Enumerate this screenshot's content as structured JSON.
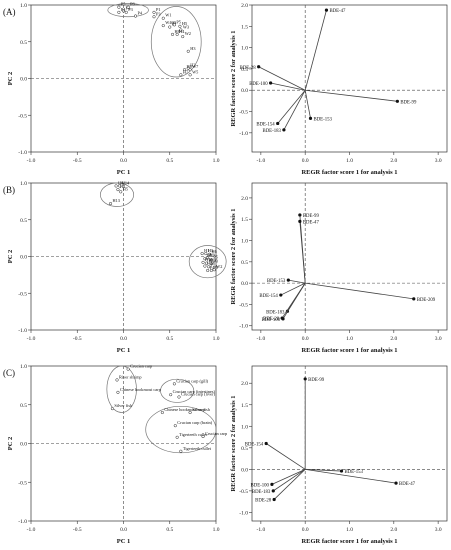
{
  "chart_data": [
    {
      "type": "scatter",
      "panel_label": "(A)",
      "xlabel": "PC 1",
      "ylabel": "PC 2",
      "xlim": [
        -1.0,
        1.0
      ],
      "ylim": [
        -1.0,
        1.0
      ],
      "x_ticks": [
        "-1.0",
        "-0.5",
        "0.0",
        "0.5",
        "1.0"
      ],
      "y_ticks": [
        "1.0",
        "0.5",
        "0.0",
        "-0.5",
        "-1.0"
      ],
      "reference_lines": "dashed at x=0 and y=0",
      "clusters": 2,
      "points": [
        {
          "label": "P5",
          "x": -0.05,
          "y": 0.97
        },
        {
          "label": "P6",
          "x": 0.0,
          "y": 0.92
        },
        {
          "label": "P8",
          "x": 0.05,
          "y": 0.97
        },
        {
          "label": "P4",
          "x": -0.05,
          "y": 0.9
        },
        {
          "label": "P3",
          "x": 0.03,
          "y": 0.9
        },
        {
          "label": "P4",
          "x": 0.13,
          "y": 0.85
        },
        {
          "label": "P1",
          "x": 0.33,
          "y": 0.9
        },
        {
          "label": "P3",
          "x": 0.33,
          "y": 0.84
        },
        {
          "label": "W1",
          "x": 0.43,
          "y": 0.82
        },
        {
          "label": "W400",
          "x": 0.43,
          "y": 0.72
        },
        {
          "label": "P2",
          "x": 0.5,
          "y": 0.7
        },
        {
          "label": "P5",
          "x": 0.55,
          "y": 0.73
        },
        {
          "label": "H5",
          "x": 0.61,
          "y": 0.71
        },
        {
          "label": "W3",
          "x": 0.62,
          "y": 0.66
        },
        {
          "label": "H8",
          "x": 0.53,
          "y": 0.6
        },
        {
          "label": "H4",
          "x": 0.58,
          "y": 0.6
        },
        {
          "label": "W2",
          "x": 0.64,
          "y": 0.57
        },
        {
          "label": "H3",
          "x": 0.7,
          "y": 0.37
        },
        {
          "label": "H2",
          "x": 0.7,
          "y": 0.14
        },
        {
          "label": "W7",
          "x": 0.72,
          "y": 0.12
        },
        {
          "label": "H6",
          "x": 0.66,
          "y": 0.12
        },
        {
          "label": "H7",
          "x": 0.62,
          "y": 0.05
        },
        {
          "label": "W5",
          "x": 0.72,
          "y": 0.05
        }
      ]
    },
    {
      "type": "biplot",
      "xlabel": "REGR factor score   1 for analysis 1",
      "ylabel": "REGR factor score   2 for analysis 1",
      "xlim": [
        -1.2,
        3.2
      ],
      "ylim": [
        -1.45,
        2.0
      ],
      "x_ticks": [
        "-1.0",
        "0.0",
        "1.0",
        "2.0",
        "3.0"
      ],
      "y_ticks": [
        "2.0",
        "1.5",
        "1.0",
        "0.5",
        "0.0",
        "-0.5",
        "-1.0"
      ],
      "reference_lines": "dashed at x=0 and y=0",
      "vectors": [
        {
          "label": "BDE-47",
          "x": 0.48,
          "y": 1.88
        },
        {
          "label": "BDE-28",
          "x": -1.05,
          "y": 0.55
        },
        {
          "label": "BDE-100",
          "x": -0.78,
          "y": 0.17
        },
        {
          "label": "BDE-99",
          "x": 2.08,
          "y": -0.26
        },
        {
          "label": "BDE-154",
          "x": -0.62,
          "y": -0.78
        },
        {
          "label": "BDE-153",
          "x": 0.12,
          "y": -0.66
        },
        {
          "label": "BDE-183",
          "x": -0.48,
          "y": -0.93
        }
      ]
    },
    {
      "type": "scatter",
      "panel_label": "(B)",
      "xlabel": "PC 1",
      "ylabel": "PC 2",
      "xlim": [
        -1.0,
        1.0
      ],
      "ylim": [
        -1.0,
        1.0
      ],
      "x_ticks": [
        "-1.0",
        "-0.5",
        "0.0",
        "0.5",
        "1.0"
      ],
      "y_ticks": [
        "1.0",
        "0.5",
        "0.0",
        "-0.5",
        "-1.0"
      ],
      "reference_lines": "dashed at x=0 and y=0",
      "clusters": 2,
      "points": [
        {
          "label": "H8",
          "x": -0.08,
          "y": 0.96
        },
        {
          "label": "H14",
          "x": -0.04,
          "y": 0.96
        },
        {
          "label": "H4",
          "x": -0.06,
          "y": 0.91
        },
        {
          "label": "H5",
          "x": -0.03,
          "y": 0.88
        },
        {
          "label": "H13",
          "x": -0.14,
          "y": 0.72
        },
        {
          "label": "H1",
          "x": 0.85,
          "y": 0.04
        },
        {
          "label": "H3",
          "x": 0.89,
          "y": 0.04
        },
        {
          "label": "H6",
          "x": 0.93,
          "y": 0.03
        },
        {
          "label": "H7",
          "x": 0.88,
          "y": -0.03
        },
        {
          "label": "H9",
          "x": 0.91,
          "y": -0.02
        },
        {
          "label": "P5",
          "x": 0.95,
          "y": -0.05
        },
        {
          "label": "H10",
          "x": 0.86,
          "y": -0.08
        },
        {
          "label": "H12",
          "x": 0.9,
          "y": -0.09
        },
        {
          "label": "P3",
          "x": 0.95,
          "y": -0.1
        },
        {
          "label": "H11",
          "x": 0.88,
          "y": -0.13
        },
        {
          "label": "P1",
          "x": 0.92,
          "y": -0.14
        },
        {
          "label": "P4",
          "x": 0.91,
          "y": -0.19
        },
        {
          "label": "P5",
          "x": 0.95,
          "y": -0.19
        },
        {
          "label": "W2",
          "x": 0.98,
          "y": -0.18
        }
      ]
    },
    {
      "type": "biplot",
      "xlabel": "REGR factor score   1 for analysis 1",
      "ylabel": "REGR factor score   2 for analysis 1",
      "xlim": [
        -1.2,
        3.2
      ],
      "ylim": [
        -1.1,
        2.35
      ],
      "x_ticks": [
        "-1.0",
        "0.0",
        "1.0",
        "2.0",
        "3.0"
      ],
      "y_ticks": [
        "2.0",
        "1.5",
        "1.0",
        "0.5",
        "0.0",
        "-0.5",
        "-1.0"
      ],
      "reference_lines": "dashed at x=0 and y=0",
      "vectors": [
        {
          "label": "BDE-99",
          "x": -0.12,
          "y": 1.6
        },
        {
          "label": "BDE-47",
          "x": -0.12,
          "y": 1.45
        },
        {
          "label": "BDE-153",
          "x": -0.38,
          "y": 0.07
        },
        {
          "label": "BDE-154",
          "x": -0.55,
          "y": -0.28
        },
        {
          "label": "BDE-183",
          "x": -0.4,
          "y": -0.66
        },
        {
          "label": "BDE-28",
          "x": -0.52,
          "y": -0.82
        },
        {
          "label": "BDE-100",
          "x": -0.5,
          "y": -0.84
        },
        {
          "label": "BDE-209",
          "x": 2.45,
          "y": -0.37
        }
      ]
    },
    {
      "type": "scatter",
      "panel_label": "(C)",
      "xlabel": "PC 1",
      "ylabel": "PC 2",
      "xlim": [
        -1.0,
        1.0
      ],
      "ylim": [
        -1.0,
        1.0
      ],
      "x_ticks": [
        "-1.0",
        "-0.5",
        "0.0",
        "0.5",
        "1.0"
      ],
      "y_ticks": [
        "1.0",
        "0.5",
        "0.0",
        "-0.5",
        "-1.0"
      ],
      "reference_lines": "dashed at x=0 and y=0",
      "clusters": 3,
      "points": [
        {
          "label": "Crucian carp",
          "x": 0.05,
          "y": 0.96
        },
        {
          "label": "River shrimp",
          "x": -0.07,
          "y": 0.82
        },
        {
          "label": "Chinese hookmout carp",
          "x": -0.06,
          "y": 0.66
        },
        {
          "label": "Silver fish",
          "x": -0.12,
          "y": 0.45
        },
        {
          "label": "Crucian carp (gill)",
          "x": 0.55,
          "y": 0.77
        },
        {
          "label": "Crucian carp (intestines)",
          "x": 0.51,
          "y": 0.63
        },
        {
          "label": "Crucian carp (liver)",
          "x": 0.6,
          "y": 0.6
        },
        {
          "label": "Chinese hookmout carp",
          "x": 0.42,
          "y": 0.4
        },
        {
          "label": "Silver fish",
          "x": 0.72,
          "y": 0.4
        },
        {
          "label": "Crucian carp (brain)",
          "x": 0.56,
          "y": 0.23
        },
        {
          "label": "Tigerteeth cullet",
          "x": 0.58,
          "y": 0.08
        },
        {
          "label": "Crucian carp",
          "x": 0.86,
          "y": 0.09
        },
        {
          "label": "Tigerteeth cullet",
          "x": 0.62,
          "y": -0.1
        }
      ]
    },
    {
      "type": "biplot",
      "xlabel": "REGR factor score   1 for analysis 1",
      "ylabel": "REGR factor score   2 for analysis 1",
      "xlim": [
        -1.2,
        3.2
      ],
      "ylim": [
        -1.2,
        2.4
      ],
      "x_ticks": [
        "-1.0",
        "0.0",
        "1.0",
        "2.0",
        "3.0"
      ],
      "y_ticks": [
        "2.0",
        "1.5",
        "1.0",
        "0.5",
        "0.0",
        "-0.5",
        "-1.0"
      ],
      "reference_lines": "dashed at x=0 and y=0",
      "vectors": [
        {
          "label": "BDE-99",
          "x": 0.0,
          "y": 2.1
        },
        {
          "label": "BDE-154",
          "x": -0.88,
          "y": 0.6
        },
        {
          "label": "BDE-153",
          "x": 0.82,
          "y": -0.04
        },
        {
          "label": "BDE-100",
          "x": -0.75,
          "y": -0.35
        },
        {
          "label": "BDE-183",
          "x": -0.72,
          "y": -0.5
        },
        {
          "label": "BDE-28",
          "x": -0.7,
          "y": -0.7
        },
        {
          "label": "BDE-47",
          "x": 2.05,
          "y": -0.32
        }
      ]
    }
  ]
}
